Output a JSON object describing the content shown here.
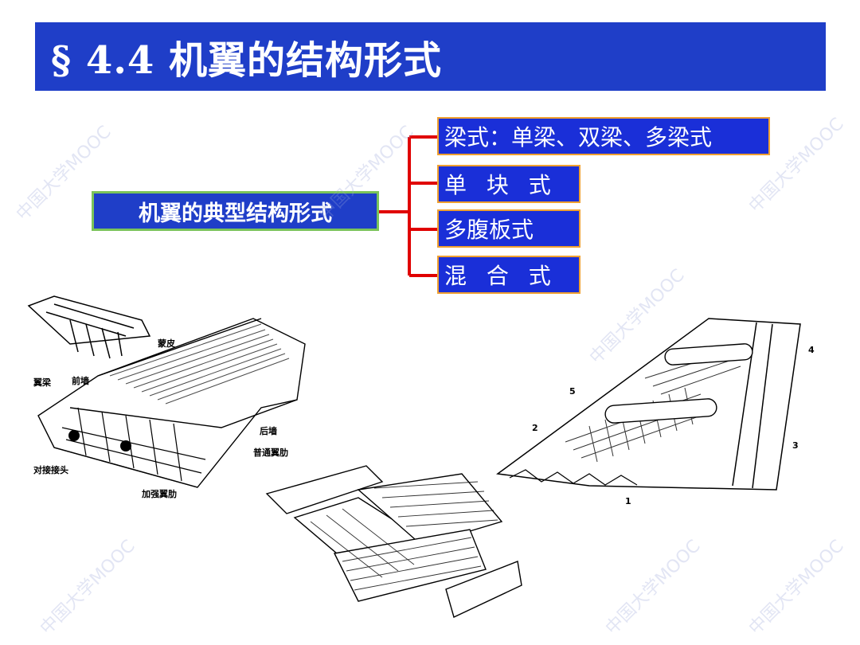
{
  "title": "§ 4.4  机翼的结构形式",
  "diagram": {
    "root": "机翼的典型结构形式",
    "branches": [
      "梁式：单梁、双梁、多梁式",
      "单 块 式",
      "多腹板式",
      "混 合 式"
    ]
  },
  "figure_left": {
    "labels": {
      "skin": "蒙皮",
      "spar": "翼梁",
      "front_wall": "前墙",
      "rear_wall": "后墙",
      "normal_rib": "普通翼肋",
      "joint": "对接接头",
      "reinforced_rib": "加强翼肋"
    }
  },
  "figure_right": {
    "labels": [
      "1",
      "2",
      "3",
      "4",
      "5"
    ]
  },
  "watermark": "中国大学MOOC",
  "colors": {
    "title_bg": "#1f3ec8",
    "box_bg": "#1a2fd8",
    "root_border": "#7bc35a",
    "branch_border": "#f0a030",
    "connector": "#e00000"
  }
}
